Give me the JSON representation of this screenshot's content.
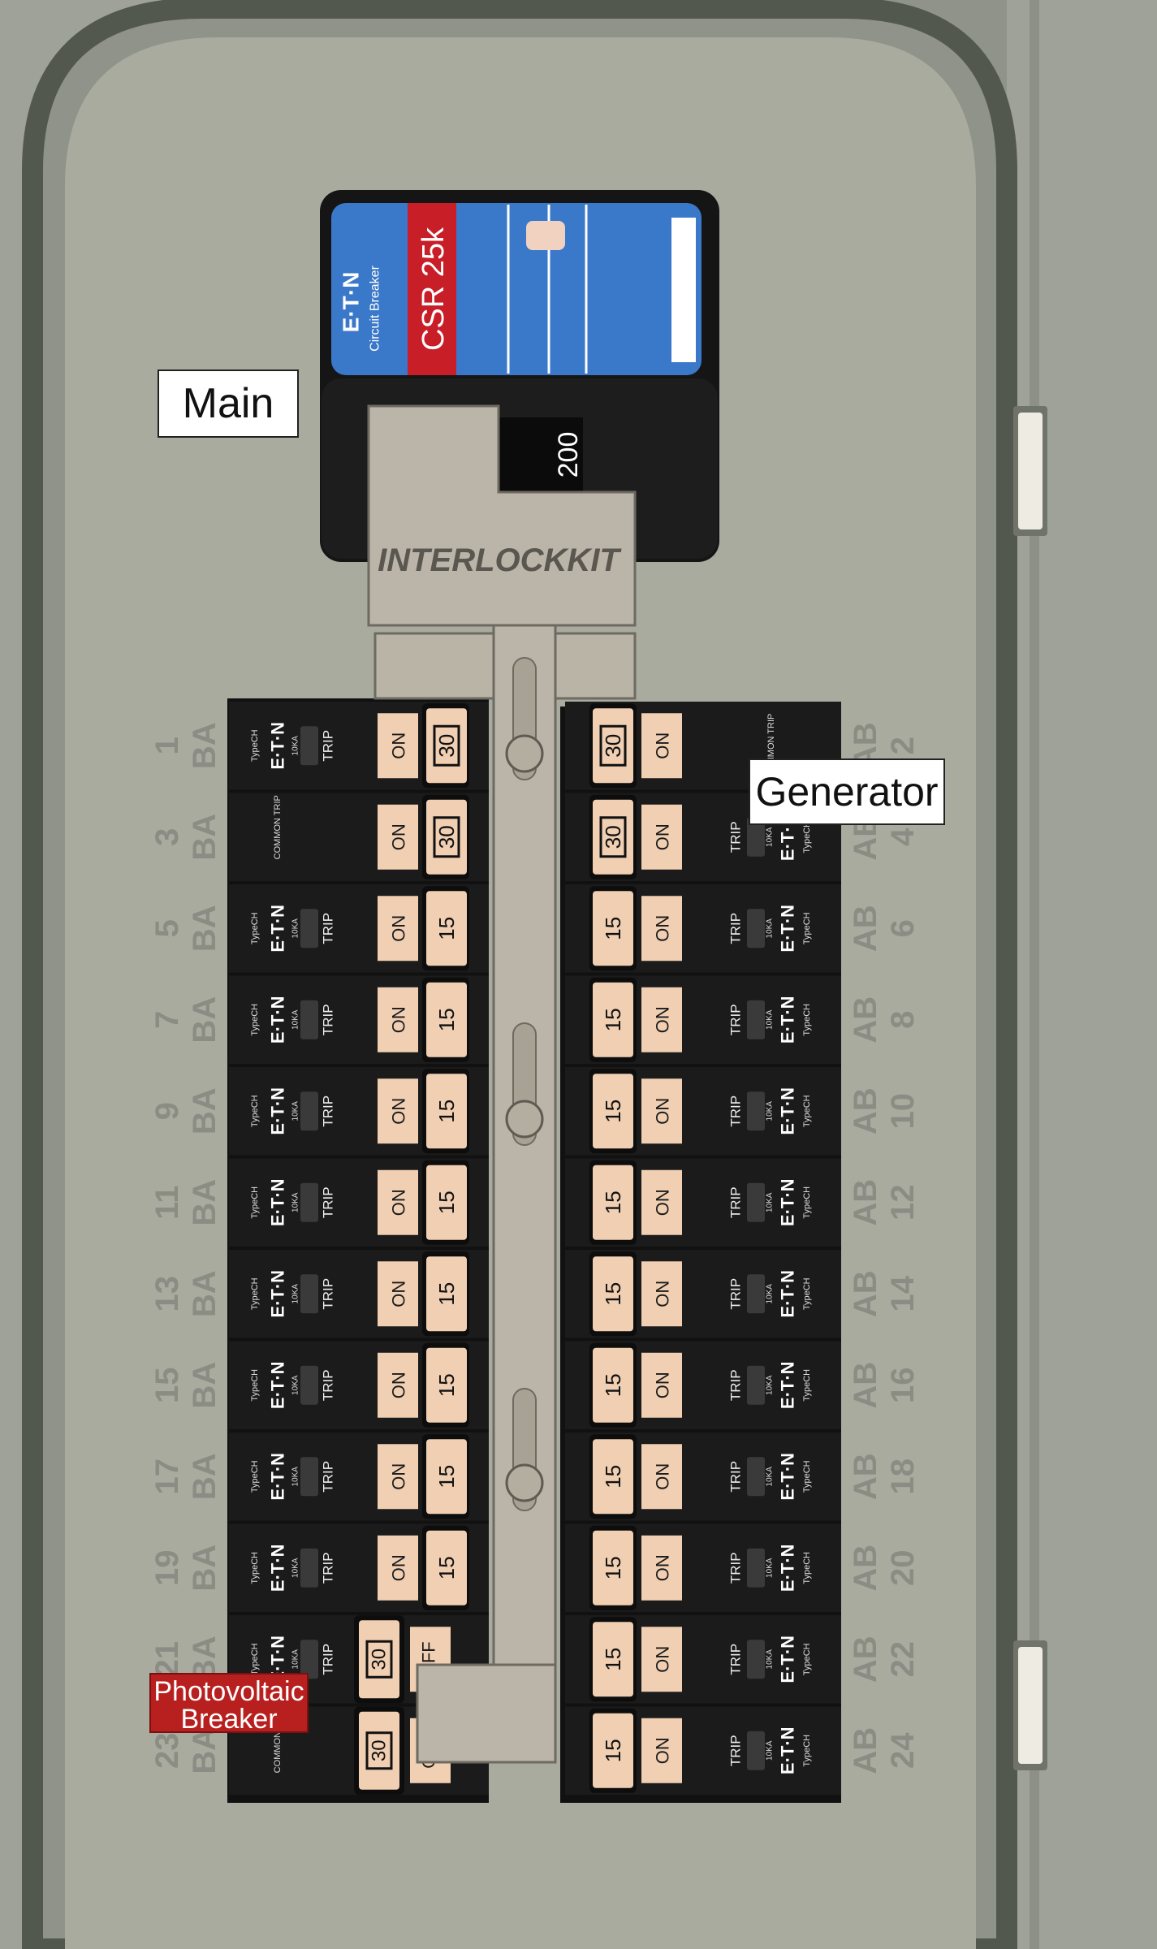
{
  "main_breaker": {
    "brand": "E·T·N",
    "subtitle": "Circuit Breaker",
    "model": "CSR 25k",
    "rating": "200"
  },
  "interlock": {
    "brand": "INTERLOCKKIT"
  },
  "labels": {
    "main": "Main",
    "generator": "Generator",
    "pv_line1": "Photovoltaic",
    "pv_line2": "Breaker"
  },
  "breaker_text": {
    "on": "ON",
    "off": "OFF",
    "trip": "TRIP",
    "common_trip": "COMMON TRIP",
    "brand": "E·T·N",
    "type": "TypeCH",
    "ka": "10KA"
  },
  "phase_left": "BA",
  "phase_right": "AB",
  "left_breakers": [
    {
      "slot": "1",
      "rating": "30",
      "state": "ON",
      "style": "double-top"
    },
    {
      "slot": "3",
      "rating": "30",
      "state": "ON",
      "style": "double-bottom"
    },
    {
      "slot": "5",
      "rating": "15",
      "state": "ON",
      "style": "single"
    },
    {
      "slot": "7",
      "rating": "15",
      "state": "ON",
      "style": "single"
    },
    {
      "slot": "9",
      "rating": "15",
      "state": "ON",
      "style": "single"
    },
    {
      "slot": "11",
      "rating": "15",
      "state": "ON",
      "style": "single"
    },
    {
      "slot": "13",
      "rating": "15",
      "state": "ON",
      "style": "single"
    },
    {
      "slot": "15",
      "rating": "15",
      "state": "ON",
      "style": "single"
    },
    {
      "slot": "17",
      "rating": "15",
      "state": "ON",
      "style": "single"
    },
    {
      "slot": "19",
      "rating": "15",
      "state": "ON",
      "style": "single"
    },
    {
      "slot": "21",
      "rating": "30",
      "state": "OFF",
      "style": "double-top"
    },
    {
      "slot": "23",
      "rating": "30",
      "state": "OFF",
      "style": "double-bottom"
    }
  ],
  "right_breakers": [
    {
      "slot": "2",
      "rating": "30",
      "state": "ON",
      "style": "double-top"
    },
    {
      "slot": "4",
      "rating": "30",
      "state": "ON",
      "style": "double-bottom"
    },
    {
      "slot": "6",
      "rating": "15",
      "state": "ON",
      "style": "single"
    },
    {
      "slot": "8",
      "rating": "15",
      "state": "ON",
      "style": "single"
    },
    {
      "slot": "10",
      "rating": "15",
      "state": "ON",
      "style": "single"
    },
    {
      "slot": "12",
      "rating": "15",
      "state": "ON",
      "style": "single"
    },
    {
      "slot": "14",
      "rating": "15",
      "state": "ON",
      "style": "single"
    },
    {
      "slot": "16",
      "rating": "15",
      "state": "ON",
      "style": "single"
    },
    {
      "slot": "18",
      "rating": "15",
      "state": "ON",
      "style": "single"
    },
    {
      "slot": "20",
      "rating": "15",
      "state": "ON",
      "style": "single"
    },
    {
      "slot": "22",
      "rating": "15",
      "state": "ON",
      "style": "single"
    },
    {
      "slot": "24",
      "rating": "15",
      "state": "ON",
      "style": "single"
    }
  ],
  "colors": {
    "wall": "#9fa298",
    "panel_door": "#a9ab9f",
    "breaker_body": "#1b1b1b",
    "handle": "#f0cfb3",
    "main_blue": "#3a78c9",
    "main_red": "#c81e28",
    "interlock": "#bab5a8",
    "pv_red": "#b8201f"
  }
}
